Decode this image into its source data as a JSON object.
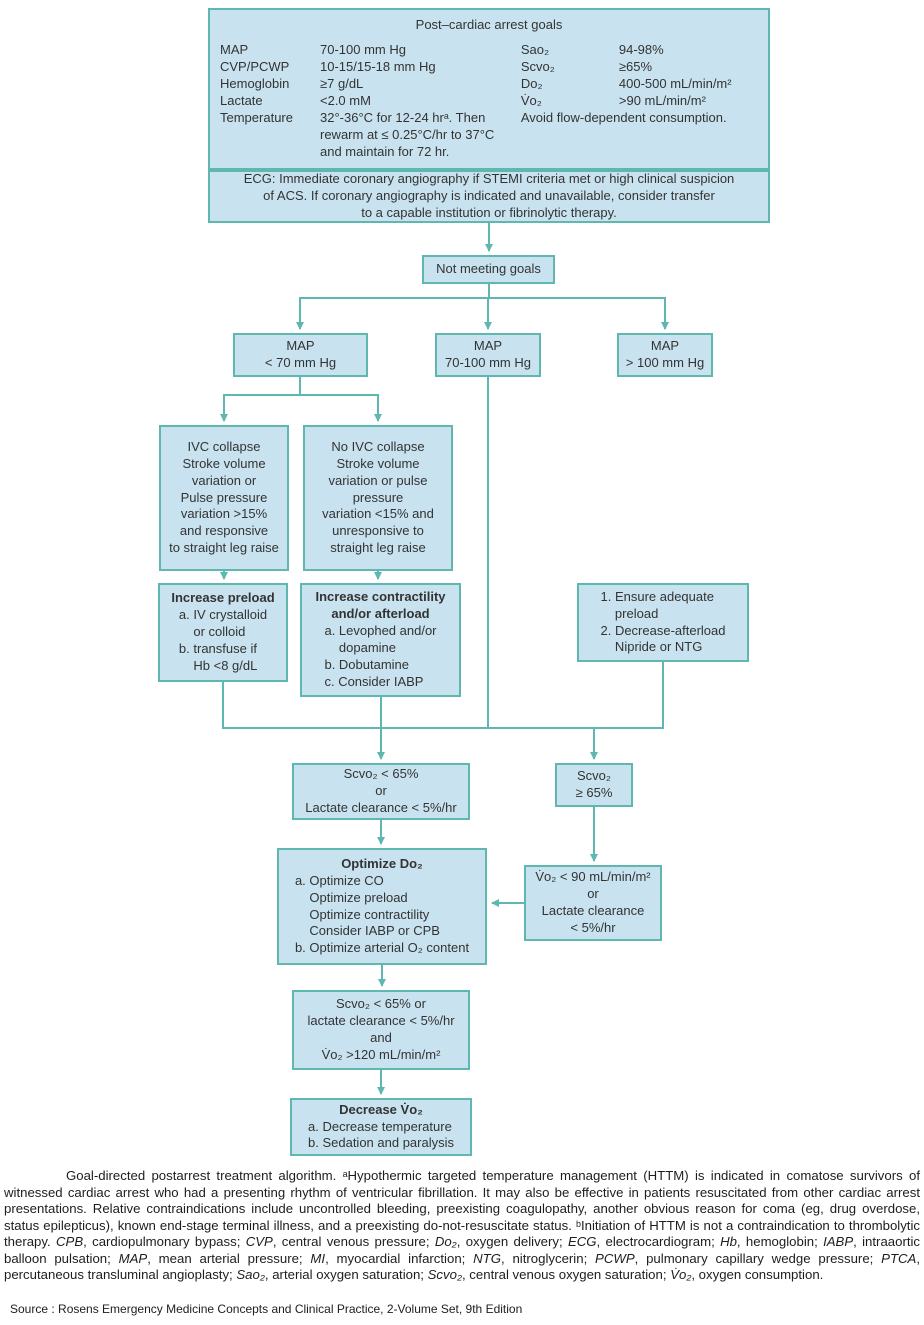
{
  "colors": {
    "box_fill": "#c8e3ef",
    "box_border": "#5fb8b0",
    "connector": "#5fb8b0",
    "text": "#333333"
  },
  "goals": {
    "title": "Post–cardiac arrest goals",
    "left": [
      {
        "label": "MAP",
        "value": "70-100 mm Hg"
      },
      {
        "label": "CVP/PCWP",
        "value": "10-15/15-18 mm Hg"
      },
      {
        "label": "Hemoglobin",
        "value": "≥7 g/dL"
      },
      {
        "label": "Lactate",
        "value": "<2.0 mM"
      },
      {
        "label": "Temperature",
        "value": "32°-36°C for 12-24 hrᵃ. Then\nrewarm at ≤ 0.25°C/hr to 37°C\nand maintain for 72 hr."
      }
    ],
    "right": [
      {
        "label": "Sao₂",
        "value": "94-98%"
      },
      {
        "label": "Scvo₂",
        "value": "≥65%"
      },
      {
        "label": "Do₂",
        "value": "400-500 mL/min/m²"
      },
      {
        "label": "V̇o₂",
        "value": ">90 mL/min/m²"
      }
    ],
    "right_note": "Avoid flow-dependent consumption."
  },
  "ecg": {
    "text": "ECG: Immediate coronary angiography if STEMI criteria met or high clinical suspicion\nof ACS. If coronary angiography is indicated and unavailable, consider transfer\nto a capable institution or fibrinolytic therapy."
  },
  "nodes": {
    "not_meeting": "Not meeting goals",
    "map_low": "MAP\n< 70 mm Hg",
    "map_mid": "MAP\n70-100 mm Hg",
    "map_high": "MAP\n> 100 mm Hg",
    "ivc_collapse": "IVC collapse\nStroke volume\nvariation or\nPulse pressure\nvariation >15%\nand responsive\nto straight leg raise",
    "no_ivc_collapse": "No IVC collapse\nStroke volume\nvariation or pulse\npressure\nvariation <15% and\nunresponsive to\nstraight leg raise",
    "increase_preload_title": "Increase preload",
    "increase_preload_body": "a. IV crystalloid\n    or colloid\nb. transfuse if\n    Hb <8 g/dL",
    "increase_contractility_title": "Increase contractility\nand/or afterload",
    "increase_contractility_body": "a. Levophed and/or\n    dopamine\nb. Dobutamine\nc. Consider IABP",
    "map_high_action": "1. Ensure adequate\n    preload\n2. Decrease-afterload\n    Nipride or NTG",
    "scvo2_low": "Scvo₂ < 65%\nor\nLactate clearance < 5%/hr",
    "scvo2_high": "Scvo₂\n≥ 65%",
    "optimize_do2_title": "Optimize Do₂",
    "optimize_do2_body": "a. Optimize CO\n    Optimize preload\n    Optimize contractility\n    Consider IABP or CPB\nb. Optimize arterial O₂ content",
    "vo2_low": "V̇o₂ < 90 mL/min/m²\nor\nLactate clearance\n< 5%/hr",
    "recheck": "Scvo₂ < 65% or\nlactate clearance < 5%/hr\nand\nV̇o₂ >120 mL/min/m²",
    "decrease_vo2_title": "Decrease V̇o₂",
    "decrease_vo2_body": "a. Decrease temperature\nb. Sedation and paralysis"
  },
  "caption": {
    "segments": [
      {
        "text": "Goal-directed postarrest treatment algorithm. ᵃHypothermic targeted temperature management (HTTM) is indicated in comatose survivors of witnessed cardiac arrest who had a presenting rhythm of ventricular fibrillation. It may also be effective in patients resuscitated from other cardiac arrest presentations. Relative contraindications include uncontrolled bleeding, preexisting coagulopathy, another obvious reason for coma (eg, drug overdose, status epilepticus), known end-stage terminal illness, and a preexisting do-not-resuscitate status. ᵇInitiation of HTTM is not a contraindication to thrombolytic therapy. ",
        "italic": false
      },
      {
        "text": "CPB",
        "italic": true
      },
      {
        "text": ", cardiopulmonary bypass; ",
        "italic": false
      },
      {
        "text": "CVP",
        "italic": true
      },
      {
        "text": ", central venous pressure; ",
        "italic": false
      },
      {
        "text": "Do₂",
        "italic": true
      },
      {
        "text": ", oxygen delivery; ",
        "italic": false
      },
      {
        "text": "ECG",
        "italic": true
      },
      {
        "text": ", electrocardiogram; ",
        "italic": false
      },
      {
        "text": "Hb",
        "italic": true
      },
      {
        "text": ", hemoglobin; ",
        "italic": false
      },
      {
        "text": "IABP",
        "italic": true
      },
      {
        "text": ", intraaortic balloon pulsation; ",
        "italic": false
      },
      {
        "text": "MAP",
        "italic": true
      },
      {
        "text": ", mean arterial pressure; ",
        "italic": false
      },
      {
        "text": "MI",
        "italic": true
      },
      {
        "text": ", myocardial infarction; ",
        "italic": false
      },
      {
        "text": "NTG",
        "italic": true
      },
      {
        "text": ", nitroglycerin; ",
        "italic": false
      },
      {
        "text": "PCWP",
        "italic": true
      },
      {
        "text": ", pulmonary capillary wedge pressure; ",
        "italic": false
      },
      {
        "text": "PTCA",
        "italic": true
      },
      {
        "text": ", percutaneous transluminal angioplasty; ",
        "italic": false
      },
      {
        "text": "Sao₂",
        "italic": true
      },
      {
        "text": ", arterial oxygen saturation; ",
        "italic": false
      },
      {
        "text": "Scvo₂",
        "italic": true
      },
      {
        "text": ", central venous oxygen saturation; ",
        "italic": false
      },
      {
        "text": "V̇o₂",
        "italic": true
      },
      {
        "text": ", oxygen consumption.",
        "italic": false
      }
    ]
  },
  "source": "Source : Rosens Emergency Medicine Concepts and Clinical Practice, 2-Volume Set, 9th Edition"
}
